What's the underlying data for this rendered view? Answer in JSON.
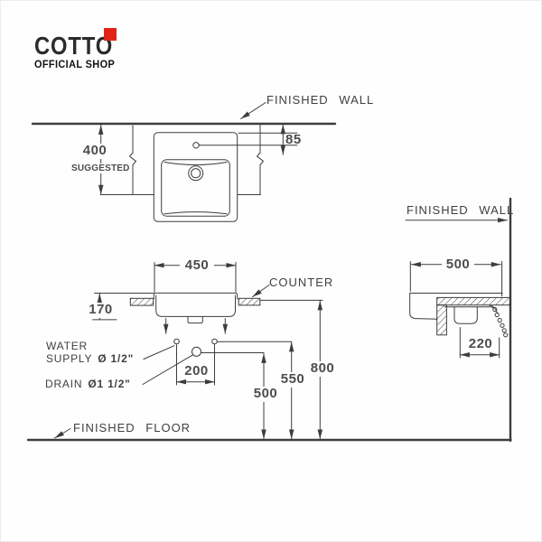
{
  "logo": {
    "brand": "COTTO",
    "official": "OFFICIAL SHOP",
    "accent_color": "#e2231a"
  },
  "plan_view": {
    "finished_wall": "FINISHED WALL",
    "dim_faucet_offset": "85",
    "dim_height": "400",
    "suggested": "SUGGESTED"
  },
  "front_view": {
    "dim_width": "450",
    "dim_depth": "170",
    "counter": "COUNTER",
    "water_line1": "WATER",
    "water_word": "SUPPLY",
    "water_size": "Ø 1/2\"",
    "drain_word": "DRAIN",
    "drain_size": "Ø1 1/2\"",
    "dim_supply_spacing": "200",
    "dim_drain_height": "500",
    "dim_supply_height": "550",
    "dim_counter_height": "800",
    "finished_floor": "FINISHED FLOOR"
  },
  "side_view": {
    "finished_wall": "FINISHED WALL",
    "dim_depth": "500",
    "dim_drain_offset": "220"
  },
  "colors": {
    "line": "#3d3d3d",
    "dim_text": "#4c4c4c",
    "label_text": "#3f3f3f",
    "brand_red": "#e2231a",
    "background": "#ffffff"
  }
}
